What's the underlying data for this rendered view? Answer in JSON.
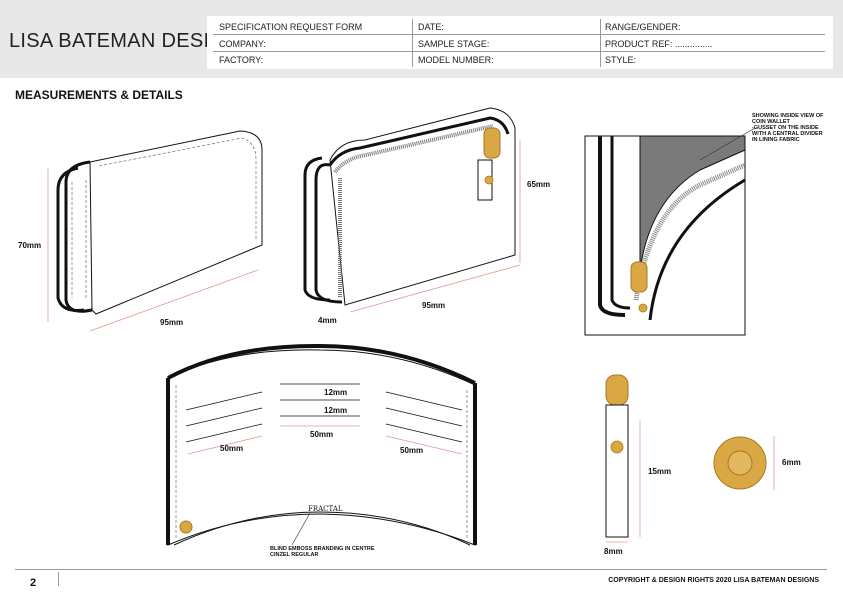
{
  "header": {
    "brand": "LISA BATEMAN DESIGNS",
    "row1": {
      "col1": "SPECIFICATION REQUEST FORM",
      "col2": "DATE:",
      "col3": "RANGE/GENDER:"
    },
    "row2": {
      "col1": "COMPANY:",
      "col2": "SAMPLE STAGE:",
      "col3": "PRODUCT REF: ..............."
    },
    "row3": {
      "col1": "FACTORY:",
      "col2": "MODEL NUMBER:",
      "col3": "STYLE:"
    }
  },
  "section_title": "MEASUREMENTS & DETAILS",
  "dimensions": {
    "wallet_height": "70mm",
    "wallet_width": "95mm",
    "open_width": "95mm",
    "open_height": "65mm",
    "open_depth": "4mm",
    "card_slot_1": "12mm",
    "card_slot_2": "12mm",
    "center_pocket": "50mm",
    "left_pocket": "50mm",
    "right_pocket": "50mm",
    "puller_length": "15mm",
    "puller_width": "8mm",
    "stud_diameter": "6mm"
  },
  "notes": {
    "inside_view_line1": "SHOWING INSIDE VIEW OF",
    "inside_view_line2": "COIN WALLET",
    "inside_view_line3": "-GUSSET ON THE INSIDE",
    "inside_view_line4": "WITH A CENTRAL DIVIDER",
    "inside_view_line5": "IN LINING FABRIC",
    "emboss_line1": "BLIND EMBOSS BRANDING IN CENTRE",
    "emboss_line2": "CINZEL REGULAR",
    "brand_mark": "FRACTAL"
  },
  "footer": {
    "page": "2",
    "copyright": "COPYRIGHT & DESIGN RIGHTS 2020 LISA BATEMAN DESIGNS"
  },
  "colors": {
    "gold": "#d9a845",
    "dimension_line": "#e39a8f",
    "outline": "#111111",
    "lining": "#7a7a7a"
  }
}
